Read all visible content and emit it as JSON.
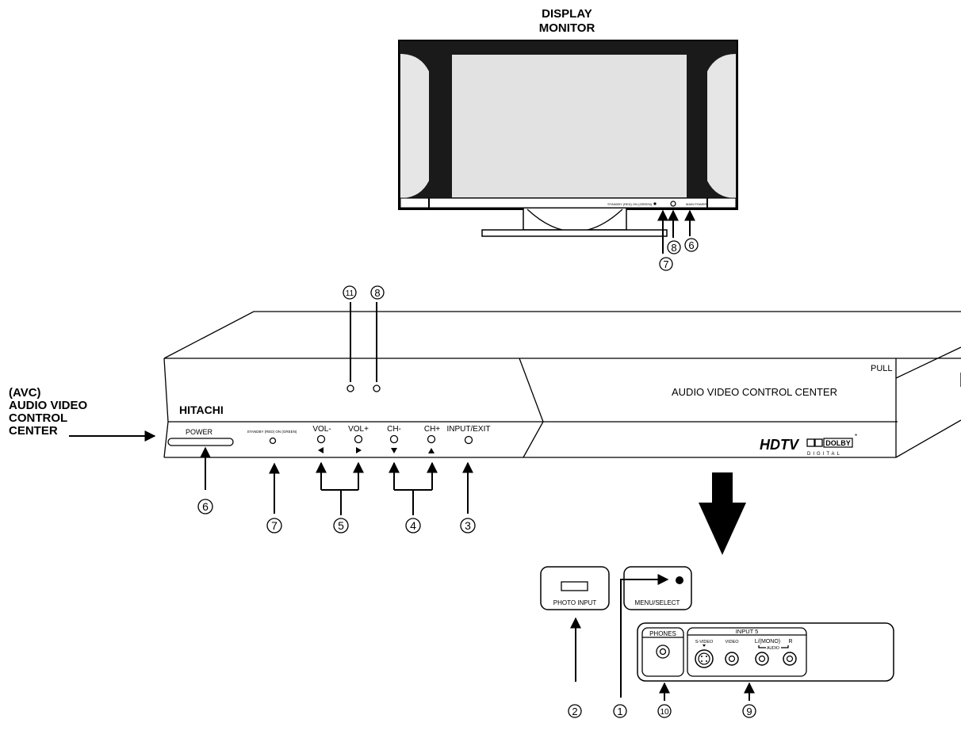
{
  "display_monitor": {
    "title_line1": "DISPLAY",
    "title_line2": "MONITOR",
    "status_label": "STANDBY (RED) ON (GREEN)",
    "main_power_label": "MAIN POWER"
  },
  "avc": {
    "title_line1": "(AVC)",
    "title_line2": "AUDIO VIDEO",
    "title_line3": "CONTROL",
    "title_line4": "CENTER",
    "brand": "HITACHI",
    "power_label": "POWER",
    "standby_label": "STANDBY (RED) ON (GREEN)",
    "vol_minus": "VOL-",
    "vol_plus": "VOL+",
    "ch_minus": "CH-",
    "ch_plus": "CH+",
    "input_exit": "INPUT/EXIT",
    "pull": "PULL",
    "door_title": "AUDIO VIDEO CONTROL CENTER",
    "hdtv_logo": "HDTV",
    "dolby_line1": "DOLBY",
    "dolby_line2": "DIGITAL"
  },
  "panel": {
    "photo_input": "PHOTO INPUT",
    "menu_select": "MENU/SELECT",
    "phones": "PHONES",
    "input5": "INPUT 5",
    "s_video": "S-VIDEO",
    "video": "VIDEO",
    "l_mono": "L/(MONO)",
    "r": "R",
    "audio": "AUDIO"
  },
  "callouts": {
    "c1": "①",
    "c2": "②",
    "c3": "③",
    "c4": "④",
    "c5": "⑤",
    "c6": "⑥",
    "c7": "⑦",
    "c8": "⑧",
    "c9": "⑨",
    "c10": "⑩",
    "c11": "⑪"
  }
}
